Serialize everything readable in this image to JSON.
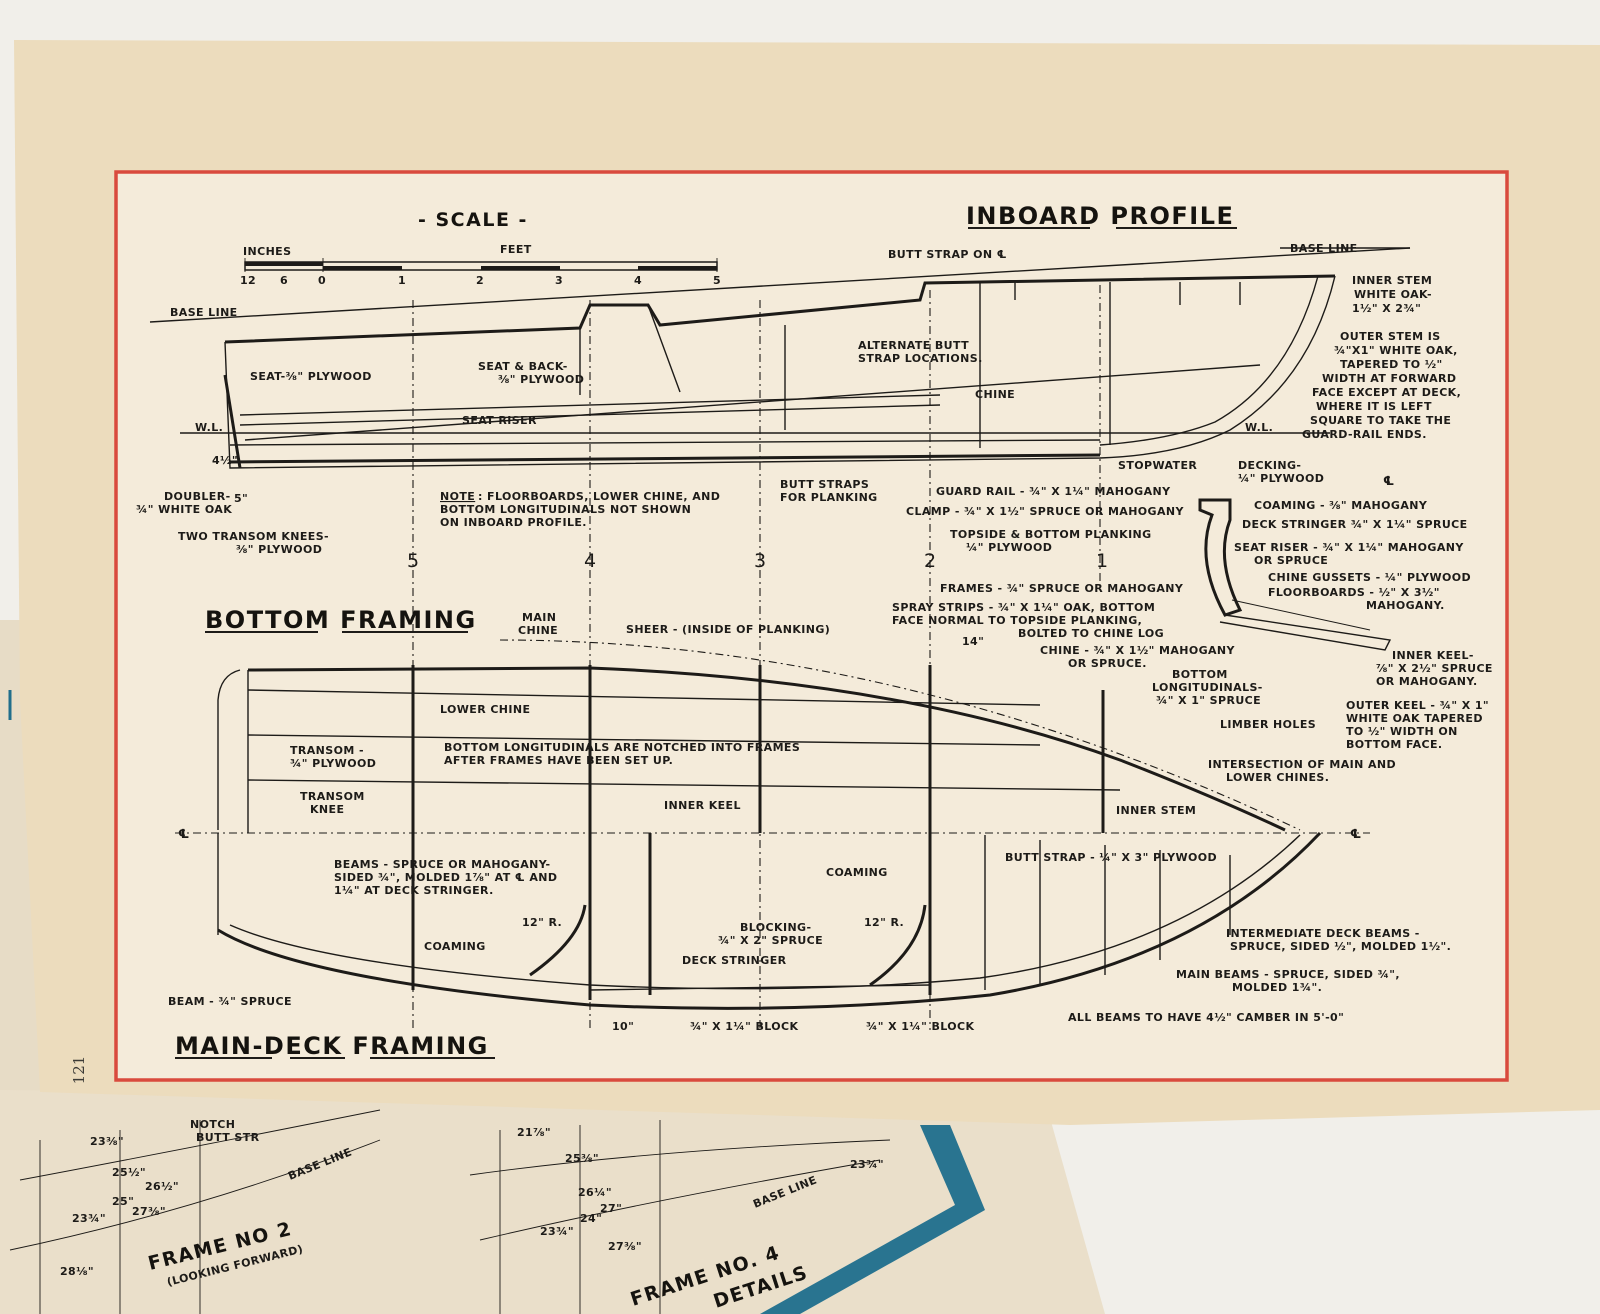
{
  "page_number": "121",
  "titles": {
    "scale": "- SCALE -",
    "inboard_profile": "INBOARD PROFILE",
    "bottom_framing": "BOTTOM FRAMING",
    "main_deck_framing": "MAIN-DECK FRAMING"
  },
  "scale_bar": {
    "inches_label": "INCHES",
    "feet_label": "FEET",
    "ticks": [
      "12",
      "6",
      "0",
      "1",
      "2",
      "3",
      "4",
      "5"
    ]
  },
  "stations": [
    "5",
    "4",
    "3",
    "2",
    "1"
  ],
  "profile_labels": {
    "base_line_left": "BASE LINE",
    "base_line_right": "BASE LINE",
    "butt_strap": "BUTT STRAP ON ℄",
    "inner_stem": [
      "INNER STEM",
      "WHITE OAK-",
      "1½\" X 2¾\""
    ],
    "outer_stem": [
      "OUTER STEM IS",
      "¾\"X1\" WHITE OAK,",
      "TAPERED TO ½\"",
      "WIDTH AT FORWARD",
      "FACE EXCEPT AT DECK,",
      "WHERE IT IS LEFT",
      "SQUARE TO TAKE THE",
      "GUARD-RAIL ENDS."
    ],
    "seat": "SEAT-⅜\" PLYWOOD",
    "seat_back": [
      "SEAT & BACK-",
      "⅜\" PLYWOOD"
    ],
    "alternate_butt": [
      "ALTERNATE BUTT",
      "STRAP LOCATIONS."
    ],
    "chine": "CHINE",
    "seat_riser": "SEAT RISER",
    "wl_left": "W.L.",
    "wl_right": "W.L.",
    "dim_4_5": "4½\"",
    "dim_5": "5\"",
    "doubler": [
      "DOUBLER-",
      "¾\" WHITE OAK"
    ],
    "transom_knees": [
      "TWO TRANSOM KNEES-",
      "⅜\" PLYWOOD"
    ],
    "butt_straps_planking": [
      "BUTT STRAPS",
      "FOR PLANKING"
    ],
    "note_label": "NOTE",
    "note": [
      ": FLOORBOARDS, LOWER CHINE, AND",
      "BOTTOM LONGITUDINALS NOT SHOWN",
      "ON INBOARD PROFILE."
    ],
    "stopwater": "STOPWATER"
  },
  "section_labels": {
    "decking": [
      "DECKING-",
      "¼\" PLYWOOD"
    ],
    "centerline": "℄",
    "guard_rail": "GUARD RAIL - ¾\" X 1¼\" MAHOGANY",
    "coaming": "COAMING - ⅜\" MAHOGANY",
    "clamp": "CLAMP - ¾\" X 1½\" SPRUCE OR MAHOGANY",
    "deck_stringer": "DECK STRINGER ¾\" X 1¼\" SPRUCE",
    "topside_planking": [
      "TOPSIDE & BOTTOM PLANKING",
      "¼\" PLYWOOD"
    ],
    "seat_riser": [
      "SEAT RISER - ¾\" X 1¼\" MAHOGANY",
      "OR SPRUCE"
    ],
    "frames": "FRAMES - ¾\" SPRUCE OR MAHOGANY",
    "chine_gussets": "CHINE GUSSETS - ¼\" PLYWOOD",
    "floorboards": [
      "FLOORBOARDS - ½\" X 3½\"",
      "MAHOGANY."
    ],
    "spray_strips": [
      "SPRAY STRIPS - ¾\" X 1¼\" OAK, BOTTOM",
      "FACE NORMAL TO TOPSIDE PLANKING,",
      "BOLTED TO CHINE LOG"
    ],
    "chine": [
      "CHINE - ¾\" X 1½\" MAHOGANY",
      "OR SPRUCE."
    ],
    "inner_keel": [
      "INNER KEEL-",
      "⅞\" X 2½\" SPRUCE",
      "OR MAHOGANY."
    ],
    "bottom_longitudinals": [
      "BOTTOM",
      "LONGITUDINALS-",
      "¾\" X 1\" SPRUCE"
    ],
    "limber_holes": "LIMBER HOLES",
    "outer_keel": [
      "OUTER KEEL - ¾\" X 1\"",
      "WHITE OAK TAPERED",
      "TO ½\" WIDTH ON",
      "BOTTOM FACE."
    ]
  },
  "bottom_labels": {
    "main_chine": [
      "MAIN",
      "CHINE"
    ],
    "sheer": "SHEER - (INSIDE OF PLANKING)",
    "dim_14": "14\"",
    "lower_chine": "LOWER CHINE",
    "transom": [
      "TRANSOM -",
      "¾\" PLYWOOD"
    ],
    "bottom_longitudinals_note": [
      "BOTTOM LONGITUDINALS ARE NOTCHED INTO FRAMES",
      "AFTER FRAMES HAVE BEEN SET UP."
    ],
    "intersection": [
      "INTERSECTION OF MAIN AND",
      "LOWER CHINES."
    ],
    "transom_knee": [
      "TRANSOM",
      "KNEE"
    ],
    "inner_keel": "INNER KEEL",
    "inner_stem": "INNER STEM",
    "centerline_left": "℄",
    "centerline_right": "℄"
  },
  "deck_labels": {
    "butt_strap": "BUTT STRAP - ¼\" X 3\" PLYWOOD",
    "beams": [
      "BEAMS - SPRUCE OR MAHOGANY-",
      "SIDED ¾\", MOLDED 1⅞\" AT ℄ AND",
      "1¼\" AT DECK STRINGER."
    ],
    "coaming_right": "COAMING",
    "radius_left": "12\" R.",
    "radius_right": "12\" R.",
    "blocking": [
      "BLOCKING-",
      "¾\" X 2\" SPRUCE"
    ],
    "intermediate_beams": [
      "INTERMEDIATE DECK BEAMS -",
      "SPRUCE, SIDED ½\", MOLDED 1½\"."
    ],
    "coaming_left": "COAMING",
    "deck_stringer": "DECK STRINGER",
    "main_beams": [
      "MAIN BEAMS - SPRUCE, SIDED ¾\",",
      "MOLDED 1¾\"."
    ],
    "beam": "BEAM - ¾\" SPRUCE",
    "dim_10": "10\"",
    "block_left": "¾\" X 1¼\" BLOCK",
    "block_right": "¾\" X 1¼\" BLOCK",
    "camber_note": "ALL BEAMS TO HAVE 4½\" CAMBER IN 5'-0\""
  },
  "underlying_sheets": {
    "frame_no_2": "FRAME NO 2",
    "looking_forward": "(LOOKING FORWARD)",
    "frame_no_4": "FRAME NO. 4",
    "details": "DETAILS",
    "base_line_a": "BASE LINE",
    "base_line_b": "BASE LINE",
    "notch": [
      "NOTCH",
      "BUTT STR"
    ],
    "dims": [
      "23⅜\"",
      "25½\"",
      "26½\"",
      "23¾\"",
      "25\"",
      "27⅜\"",
      "28⅛\"",
      "21⅞\"",
      "25⅜\"",
      "26¼\"",
      "23¾\"",
      "24\"",
      "27\"",
      "27⅜\"",
      "23¾\""
    ]
  },
  "colors": {
    "paper": "#ecdcbd",
    "border_red": "#d94a3d",
    "ink": "#1d1b18",
    "background": "#f1efea",
    "blue_border": "#1f6e8c"
  }
}
